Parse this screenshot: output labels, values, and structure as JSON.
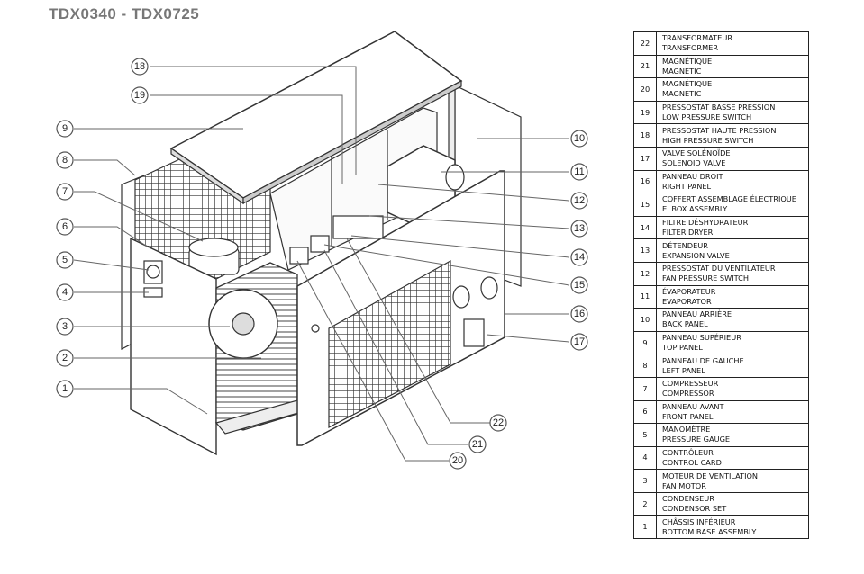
{
  "header": {
    "title": "TDX0340 - TDX0725"
  },
  "callouts": [
    "1",
    "2",
    "3",
    "4",
    "5",
    "6",
    "7",
    "8",
    "9",
    "10",
    "11",
    "12",
    "13",
    "14",
    "15",
    "16",
    "17",
    "18",
    "19",
    "20",
    "21",
    "22"
  ],
  "parts": [
    {
      "num": "22",
      "fr": "TRANSFORMATEUR",
      "en": "TRANSFORMER"
    },
    {
      "num": "21",
      "fr": "MAGNÉTIQUE",
      "en": "MAGNETIC"
    },
    {
      "num": "20",
      "fr": "MAGNÉTIQUE",
      "en": "MAGNETIC"
    },
    {
      "num": "19",
      "fr": "PRESSOSTAT BASSE PRESSION",
      "en": "LOW PRESSURE SWITCH"
    },
    {
      "num": "18",
      "fr": "PRESSOSTAT HAUTE PRESSION",
      "en": "HIGH PRESSURE SWITCH"
    },
    {
      "num": "17",
      "fr": "VALVE SOLÉNOÏDE",
      "en": "SOLENOID VALVE"
    },
    {
      "num": "16",
      "fr": "PANNEAU DROIT",
      "en": "RIGHT PANEL"
    },
    {
      "num": "15",
      "fr": "COFFERT ASSEMBLAGE ÉLECTRIQUE",
      "en": "E. BOX ASSEMBLY"
    },
    {
      "num": "14",
      "fr": "FILTRE DÉSHYDRATEUR",
      "en": "FILTER DRYER"
    },
    {
      "num": "13",
      "fr": "DÉTENDEUR",
      "en": "EXPANSION VALVE"
    },
    {
      "num": "12",
      "fr": "PRESSOSTAT DU VENTILATEUR",
      "en": "FAN PRESSURE SWITCH"
    },
    {
      "num": "11",
      "fr": "ÉVAPORATEUR",
      "en": "EVAPORATOR"
    },
    {
      "num": "10",
      "fr": "PANNEAU ARRIÈRE",
      "en": "BACK PANEL"
    },
    {
      "num": "9",
      "fr": "PANNEAU SUPÉRIEUR",
      "en": "TOP PANEL"
    },
    {
      "num": "8",
      "fr": "PANNEAU DE GAUCHE",
      "en": "LEFT PANEL"
    },
    {
      "num": "7",
      "fr": "COMPRESSEUR",
      "en": "COMPRESSOR"
    },
    {
      "num": "6",
      "fr": "PANNEAU AVANT",
      "en": "FRONT PANEL"
    },
    {
      "num": "5",
      "fr": "MANOMÈTRE",
      "en": "PRESSURE GAUGE"
    },
    {
      "num": "4",
      "fr": "CONTRÔLEUR",
      "en": "CONTROL CARD"
    },
    {
      "num": "3",
      "fr": "MOTEUR DE VENTILATION",
      "en": "FAN MOTOR"
    },
    {
      "num": "2",
      "fr": "CONDENSEUR",
      "en": "CONDENSOR SET"
    },
    {
      "num": "1",
      "fr": "CHÂSSIS INFÉRIEUR",
      "en": "BOTTOM BASE ASSEMBLY"
    }
  ]
}
